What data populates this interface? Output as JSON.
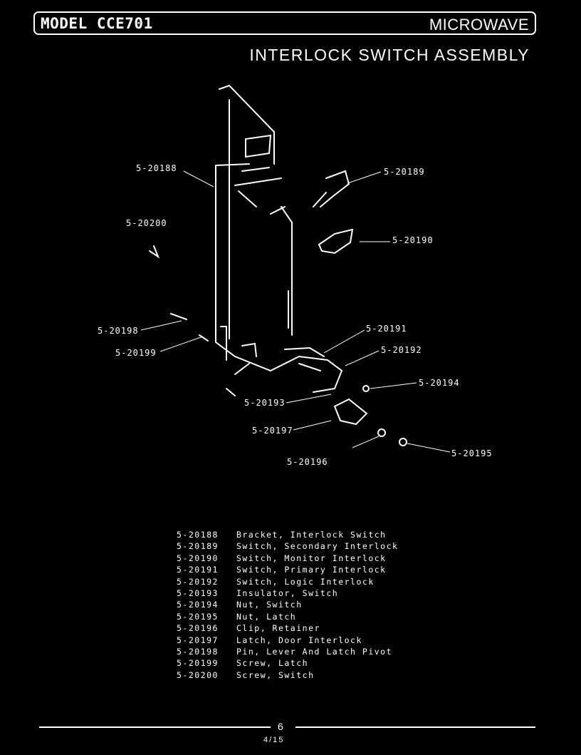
{
  "header": {
    "model": "MODEL CCE701",
    "category": "MICROWAVE"
  },
  "title": "INTERLOCK SWITCH ASSEMBLY",
  "callouts": [
    "5-20188",
    "5-20189",
    "5-20200",
    "5-20190",
    "5-20198",
    "5-20191",
    "5-20199",
    "5-20192",
    "5-20194",
    "5-20193",
    "5-20197",
    "5-20196",
    "5-20195"
  ],
  "parts": [
    {
      "number": "5-20188",
      "description": "Bracket, Interlock Switch"
    },
    {
      "number": "5-20189",
      "description": "Switch, Secondary Interlock"
    },
    {
      "number": "5-20190",
      "description": "Switch, Monitor Interlock"
    },
    {
      "number": "5-20191",
      "description": "Switch, Primary Interlock"
    },
    {
      "number": "5-20192",
      "description": "Switch, Logic Interlock"
    },
    {
      "number": "5-20193",
      "description": "Insulator, Switch"
    },
    {
      "number": "5-20194",
      "description": "Nut, Switch"
    },
    {
      "number": "5-20195",
      "description": "Nut, Latch"
    },
    {
      "number": "5-20196",
      "description": "Clip, Retainer"
    },
    {
      "number": "5-20197",
      "description": "Latch, Door Interlock"
    },
    {
      "number": "5-20198",
      "description": "Pin, Lever And Latch Pivot"
    },
    {
      "number": "5-20199",
      "description": "Screw, Latch"
    },
    {
      "number": "5-20200",
      "description": "Screw, Switch"
    }
  ],
  "footer": {
    "page": "6",
    "code": "4/15"
  }
}
